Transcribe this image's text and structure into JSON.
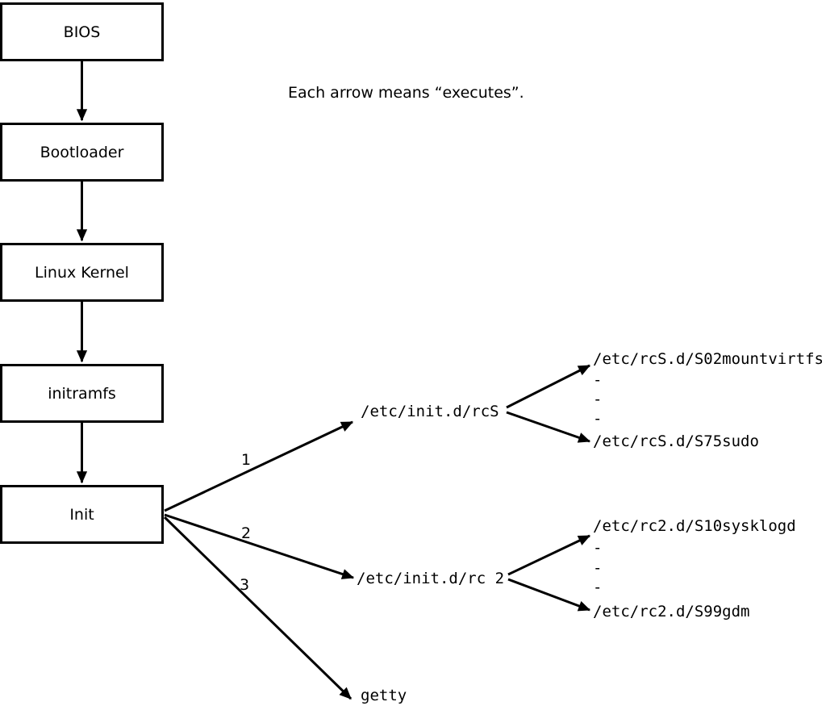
{
  "note": "Each arrow means “executes”.",
  "chain": [
    {
      "label": "BIOS"
    },
    {
      "label": "Bootloader"
    },
    {
      "label": "Linux Kernel"
    },
    {
      "label": "initramfs"
    },
    {
      "label": "Init"
    }
  ],
  "init_branches": [
    {
      "order": "1",
      "target": "/etc/init.d/rcS"
    },
    {
      "order": "2",
      "target": "/etc/init.d/rc 2"
    },
    {
      "order": "3",
      "target": "getty"
    }
  ],
  "rcS_children": [
    "/etc/rcS.d/S02mountvirtfs",
    "-",
    "-",
    "-",
    "/etc/rcS.d/S75sudo"
  ],
  "rc2_children": [
    "/etc/rc2.d/S10sysklogd",
    "-",
    "-",
    "-",
    "/etc/rc2.d/S99gdm"
  ],
  "colors": {
    "line": "#000000",
    "text": "#000000",
    "background": "#ffffff"
  }
}
